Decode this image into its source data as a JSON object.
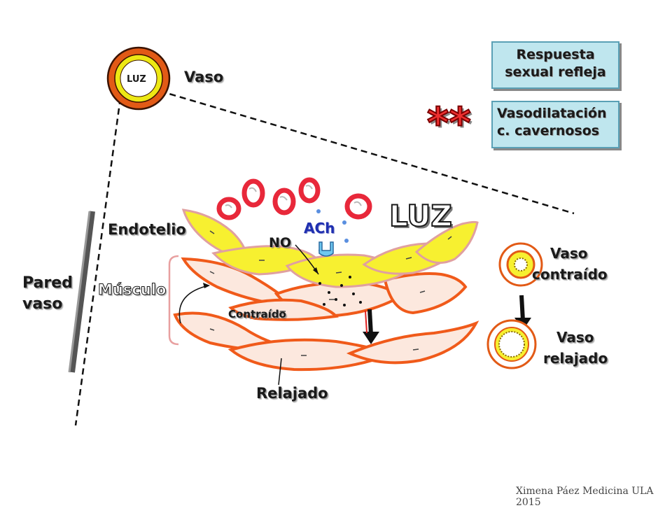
{
  "vessel_top": {
    "lumen_label": "LUZ",
    "vessel_label": "Vaso"
  },
  "wall_labels": {
    "pared_line1": "Pared",
    "pared_line2": "vaso",
    "endotelio": "Endotelio",
    "musculo": "Músculo",
    "contraido": "Contraído",
    "relajado": "Relajado"
  },
  "mediators": {
    "no": "NO",
    "ach": "ACh"
  },
  "lumen_big": "LUZ",
  "marker": "**",
  "info_boxes": {
    "respuesta_line1": "Respuesta",
    "respuesta_line2": "sexual refleja",
    "vasodilatacion_line1": "Vasodilatación",
    "vasodilatacion_line2": "c. cavernosos"
  },
  "side_vessels": {
    "contraido_line1": "Vaso",
    "contraido_line2": "contraído",
    "relajado_line1": "Vaso",
    "relajado_line2": "relajado"
  },
  "credit": "Ximena Páez Medicina ULA 2015",
  "colors": {
    "endothelium": "#f7f030",
    "muscle": "#fce8de",
    "muscle_border": "#f05a1a",
    "rbc": "#e8283a",
    "box": "#bfe6ee",
    "stars": "#ef3030",
    "ach": "#1f2fb0"
  }
}
